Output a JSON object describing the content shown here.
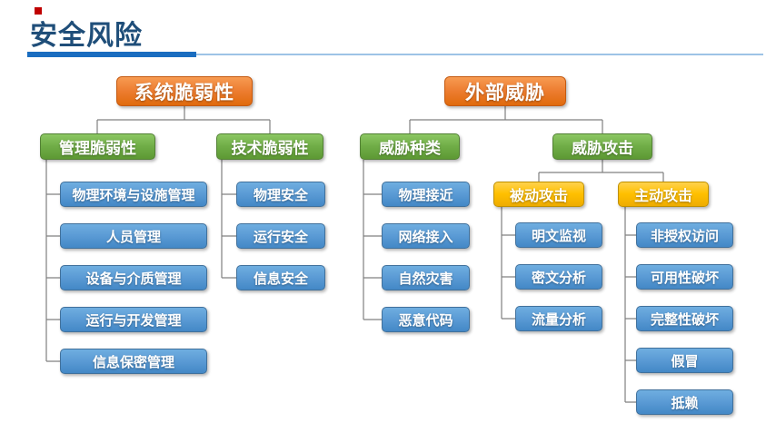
{
  "header": {
    "title": "安全风险"
  },
  "colors": {
    "title_text": "#1F4E79",
    "underline_primary": "#1A6DC0",
    "underline_secondary": "#9DC3E6",
    "accent_red": "#C00000",
    "node_orange": "#ED7D31",
    "node_green": "#70AD47",
    "node_blue": "#5B9BD5",
    "node_yellow": "#FFC000",
    "connector_gray": "#808080"
  },
  "left_tree": {
    "root": "系统脆弱性",
    "branches": [
      {
        "label": "管理脆弱性",
        "children": [
          "物理环境与设施管理",
          "人员管理",
          "设备与介质管理",
          "运行与开发管理",
          "信息保密管理"
        ]
      },
      {
        "label": "技术脆弱性",
        "children": [
          "物理安全",
          "运行安全",
          "信息安全"
        ]
      }
    ]
  },
  "right_tree": {
    "root": "外部威胁",
    "branches": [
      {
        "label": "威胁种类",
        "children": [
          "物理接近",
          "网络接入",
          "自然灾害",
          "恶意代码"
        ]
      },
      {
        "label": "威胁攻击",
        "subgroups": [
          {
            "label": "被动攻击",
            "children": [
              "明文监视",
              "密文分析",
              "流量分析"
            ]
          },
          {
            "label": "主动攻击",
            "children": [
              "非授权访问",
              "可用性破坏",
              "完整性破坏",
              "假冒",
              "抵赖"
            ]
          }
        ]
      }
    ]
  }
}
